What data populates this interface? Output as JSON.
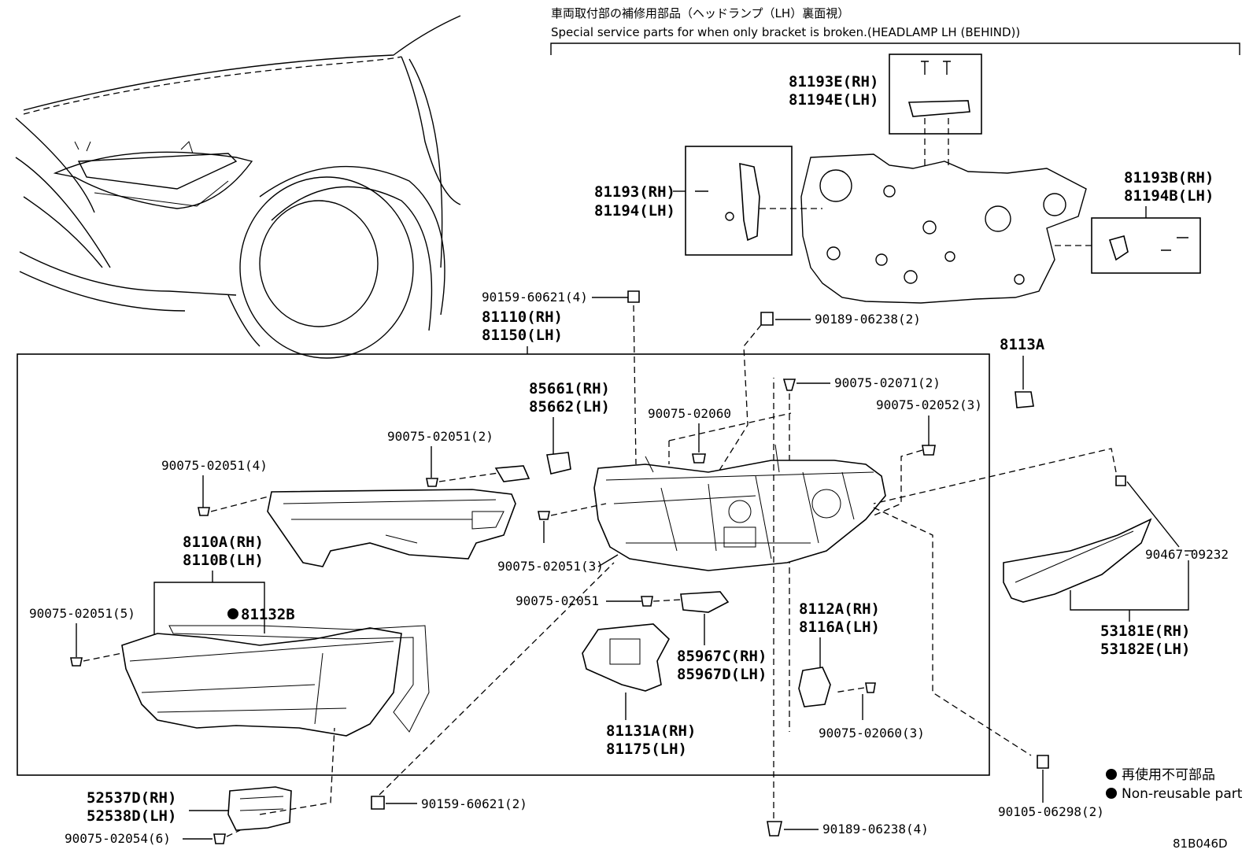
{
  "header": {
    "jp": "車両取付部の補修用部品（ヘッドランプ（LH）裏面視）",
    "en": "Special service parts for when only bracket is broken.(HEADLAMP LH (BEHIND))"
  },
  "diagram_code": "81B046D",
  "legend": {
    "jp": "再使用不可部品",
    "en": "Non-reusable part"
  },
  "labels": {
    "p81193E": "81193E(RH)",
    "p81194E": "81194E(LH)",
    "p81193": "81193(RH)",
    "p81194": "81194(LH)",
    "p81193B": "81193B(RH)",
    "p81194B": "81194B(LH)",
    "p90159_4": "90159-60621(4)",
    "p81110": "81110(RH)",
    "p81150": "81150(LH)",
    "p90189_2": "90189-06238(2)",
    "p8113A": "8113A",
    "p90075_02071": "90075-02071(2)",
    "p85661": "85661(RH)",
    "p85662": "85662(LH)",
    "p90075_02060": "90075-02060",
    "p90075_02052": "90075-02052(3)",
    "p90075_02051_2": "90075-02051(2)",
    "p90075_02051_4": "90075-02051(4)",
    "p90075_02051_3": "90075-02051(3)",
    "p90467": "90467-09232",
    "p8110A": "8110A(RH)",
    "p8110B": "8110B(LH)",
    "p81132B": "81132B",
    "p90075_02051": "90075-02051",
    "p90075_02051_5": "90075-02051(5)",
    "p8112A": "8112A(RH)",
    "p8116A": "8116A(LH)",
    "p53181E": "53181E(RH)",
    "p53182E": "53182E(LH)",
    "p85967C": "85967C(RH)",
    "p85967D": "85967D(LH)",
    "p90075_02060_3": "90075-02060(3)",
    "p81131A": "81131A(RH)",
    "p81175": "81175(LH)",
    "p52537D": "52537D(RH)",
    "p52538D": "52538D(LH)",
    "p90159_2": "90159-60621(2)",
    "p90105": "90105-06298(2)",
    "p90075_02054": "90075-02054(6)",
    "p90189_4": "90189-06238(4)"
  }
}
